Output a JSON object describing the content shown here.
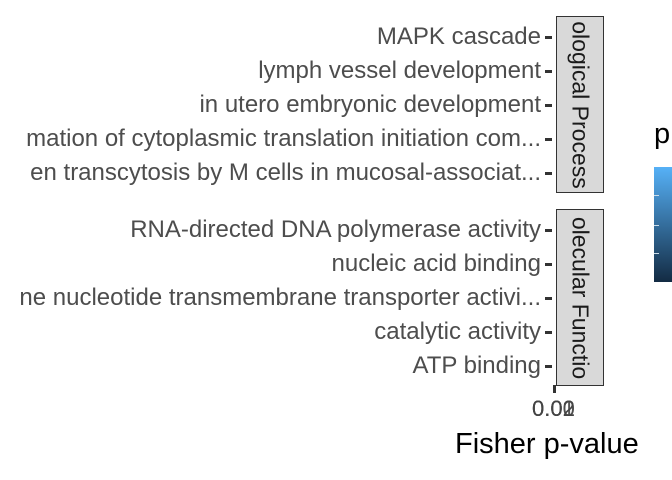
{
  "chart_data": {
    "type": "bar",
    "orientation": "horizontal",
    "title": "",
    "xlabel": "Fisher p-value",
    "ylabel": "",
    "facets": [
      {
        "name": "Biological Process",
        "visible_label": "ological Process",
        "categories": [
          "MAPK cascade",
          "lymph vessel development",
          "in utero embryonic development",
          "mation of cytoplasmic translation initiation com...",
          "en transcytosis by M cells in mucosal-associat..."
        ]
      },
      {
        "name": "Molecular Function",
        "visible_label": "olecular Functio",
        "categories": [
          "RNA-directed DNA polymerase activity",
          "nucleic acid binding",
          "ne nucleotide transmembrane transporter activi...",
          "catalytic activity",
          "ATP binding"
        ]
      }
    ],
    "x_tick_labels": [
      "0.00",
      "0.01",
      "0.02"
    ],
    "x_tick_labels_overlapping": true,
    "legend": {
      "title": "p",
      "type": "continuous-colorbar",
      "colors": [
        "#56B1F7",
        "#132B43"
      ],
      "placement": "right"
    },
    "grid": false
  }
}
